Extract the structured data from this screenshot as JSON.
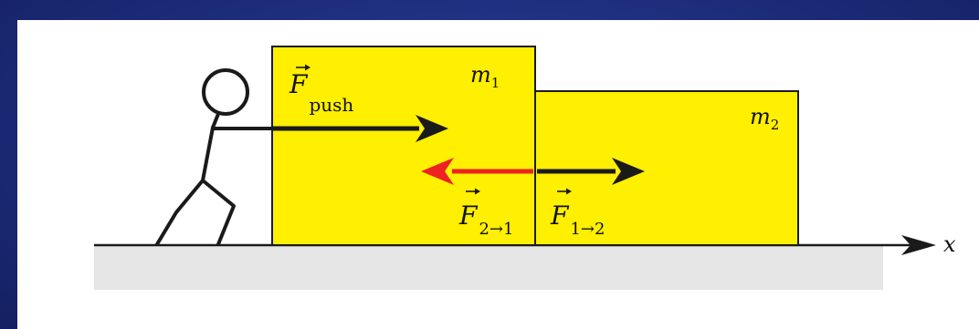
{
  "labels": {
    "m1": "m",
    "m1_sub": "1",
    "m2": "m",
    "m2_sub": "2",
    "f_push": "F",
    "f_push_sub": "push",
    "f21": "F",
    "f21_sub": "2→1",
    "f12": "F",
    "f12_sub": "1→2",
    "axis": "x"
  },
  "colors": {
    "block": "#ffef00",
    "ground": "#e6e6e6",
    "reaction_arrow": "#ee2222",
    "arrow": "#1a1a1a"
  }
}
